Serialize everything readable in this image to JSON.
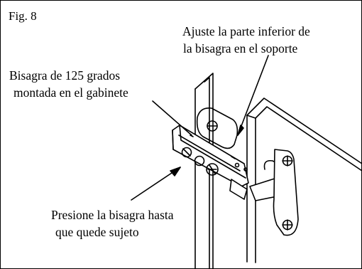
{
  "figure_label": "Fig. 8",
  "callouts": {
    "adjust_bottom": {
      "line1": "Ajuste la parte inferior de",
      "line2": "la bisagra en el soporte"
    },
    "hinge_mounted": {
      "line1": "Bisagra de 125 grados",
      "line2": "montada en el gabinete"
    },
    "press_hinge": {
      "line1": "Presione la bisagra hasta",
      "line2": "que quede sujeto"
    }
  },
  "colors": {
    "ink": "#000000",
    "paper": "#ffffff"
  }
}
